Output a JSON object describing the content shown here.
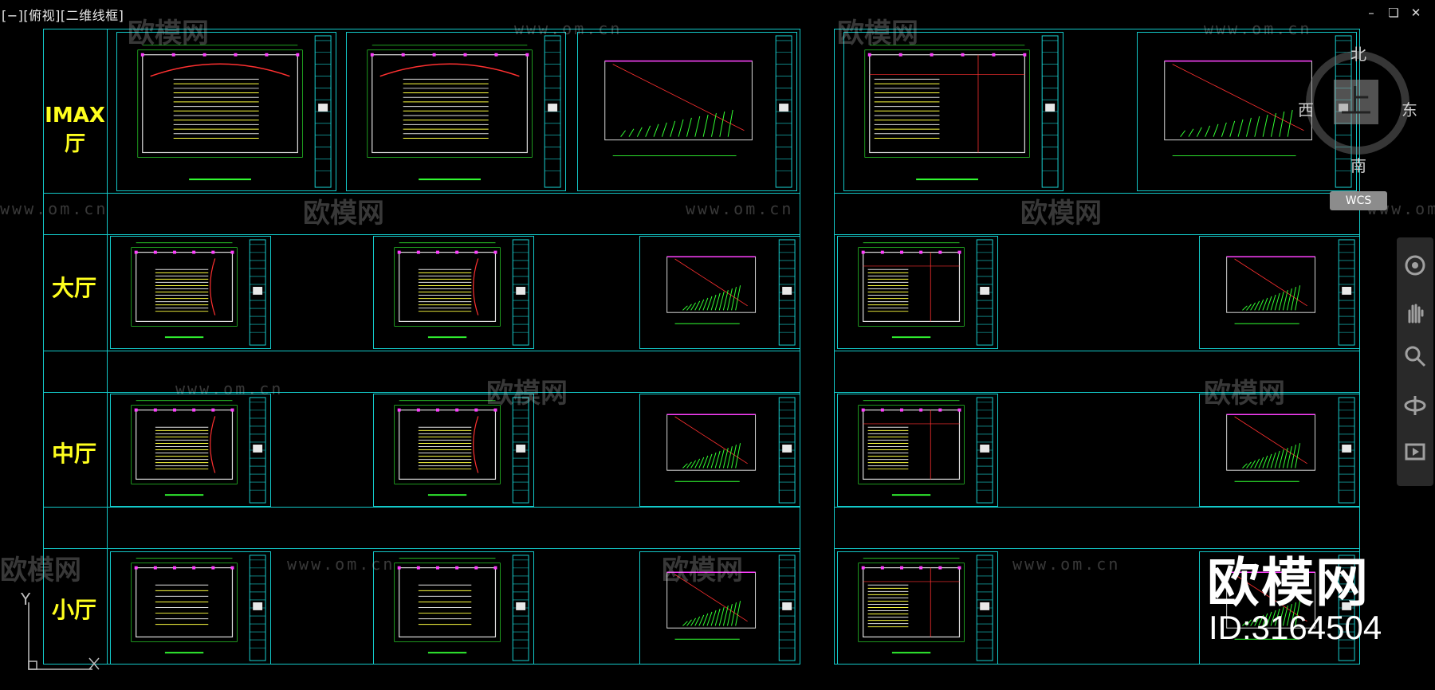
{
  "viewport": {
    "label": "[−][俯视][二维线框]"
  },
  "window_controls": {
    "minimize": "–",
    "restore": "❏",
    "close": "✕"
  },
  "rows": [
    {
      "label": "IMAX厅"
    },
    {
      "label": "大厅"
    },
    {
      "label": "中厅"
    },
    {
      "label": "小厅"
    }
  ],
  "viewcube": {
    "north": "北",
    "south": "南",
    "east": "东",
    "west": "西",
    "face": "上",
    "wcs": "WCS"
  },
  "watermarks": {
    "brand": "欧模网",
    "url": "www.om.cn"
  },
  "brand": {
    "name": "欧模网",
    "id": "ID:3164504"
  },
  "navbar": {
    "icons": [
      "steering-wheel-icon",
      "pan-hand-icon",
      "zoom-icon",
      "orbit-icon",
      "showmotion-icon"
    ]
  },
  "ucs": {
    "y_label": "Y",
    "x_label": "X"
  },
  "colors": {
    "grid": "#13c8c8",
    "label": "#ffff1e",
    "background": "#000000"
  }
}
